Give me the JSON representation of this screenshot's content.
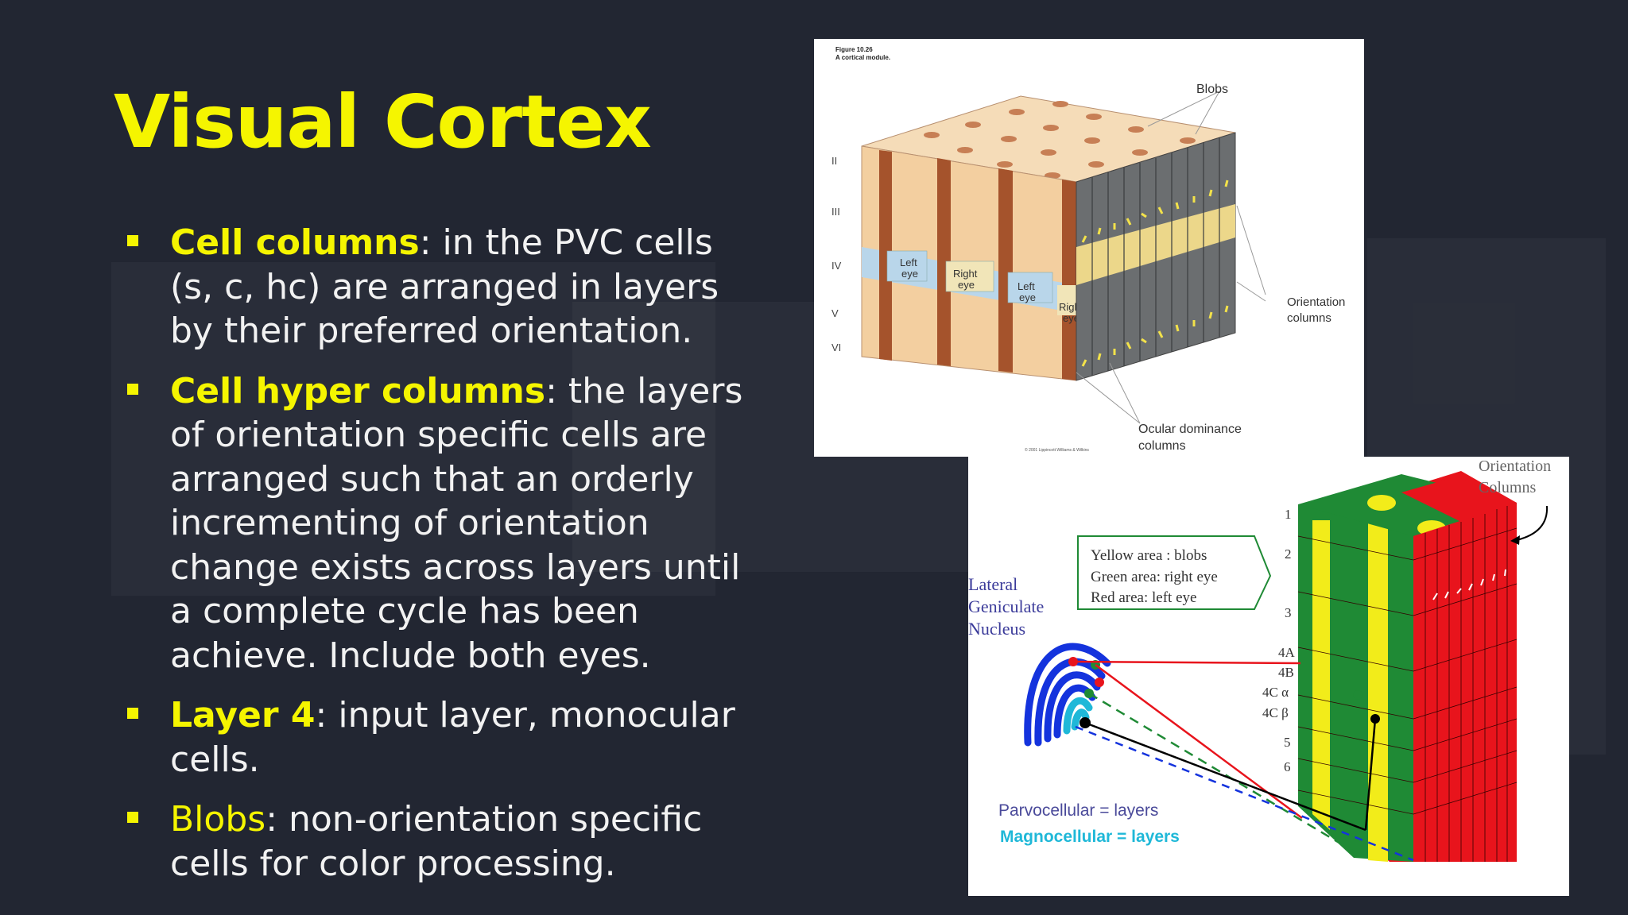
{
  "slide": {
    "title": "Visual Cortex",
    "bullets": [
      {
        "term": "Cell columns",
        "term_bold": true,
        "text": ": in the PVC cells (s, c, hc) are arranged in layers by their preferred orientation."
      },
      {
        "term": "Cell hyper columns",
        "term_bold": true,
        "text": ": the layers of orientation specific cells are arranged such that an orderly incrementing of orientation change exists across layers until a complete cycle has been achieve. Include both eyes."
      },
      {
        "term": "Layer 4",
        "term_bold": true,
        "text": ": input layer, monocular cells."
      },
      {
        "term": "Blobs",
        "term_bold": false,
        "text": ": non-orientation specific cells for color processing."
      }
    ],
    "accent_color": "#f5f500",
    "background_color": "#222632"
  },
  "figure1": {
    "caption_line1": "Figure 10.26",
    "caption_line2": "A cortical module.",
    "layers": [
      "II",
      "III",
      "IV",
      "V",
      "VI"
    ],
    "blobs_label": "Blobs",
    "orientation_label": [
      "Orientation",
      "columns"
    ],
    "ocular_label": [
      "Ocular dominance",
      "columns"
    ],
    "eye_labels": [
      [
        "Left",
        "eye"
      ],
      [
        "Right",
        "eye"
      ],
      [
        "Left",
        "eye"
      ],
      [
        "Right",
        "eye"
      ]
    ],
    "copyright": "© 2001 Lippincott Williams & Wilkins"
  },
  "figure2": {
    "orientation_label": [
      "Orientation",
      "Columns"
    ],
    "legend": [
      "Yellow area : blobs",
      "Green area: right eye",
      "Red area: left eye"
    ],
    "lgn_label": [
      "Lateral",
      "Geniculate",
      "Nucleus"
    ],
    "layers": [
      "1",
      "2",
      "3",
      "4A",
      "4B",
      "4C α",
      "4C β",
      "5",
      "6"
    ],
    "parvo_label": "Parvocellular = layers",
    "magno_label": "Magnocellular = layers"
  }
}
